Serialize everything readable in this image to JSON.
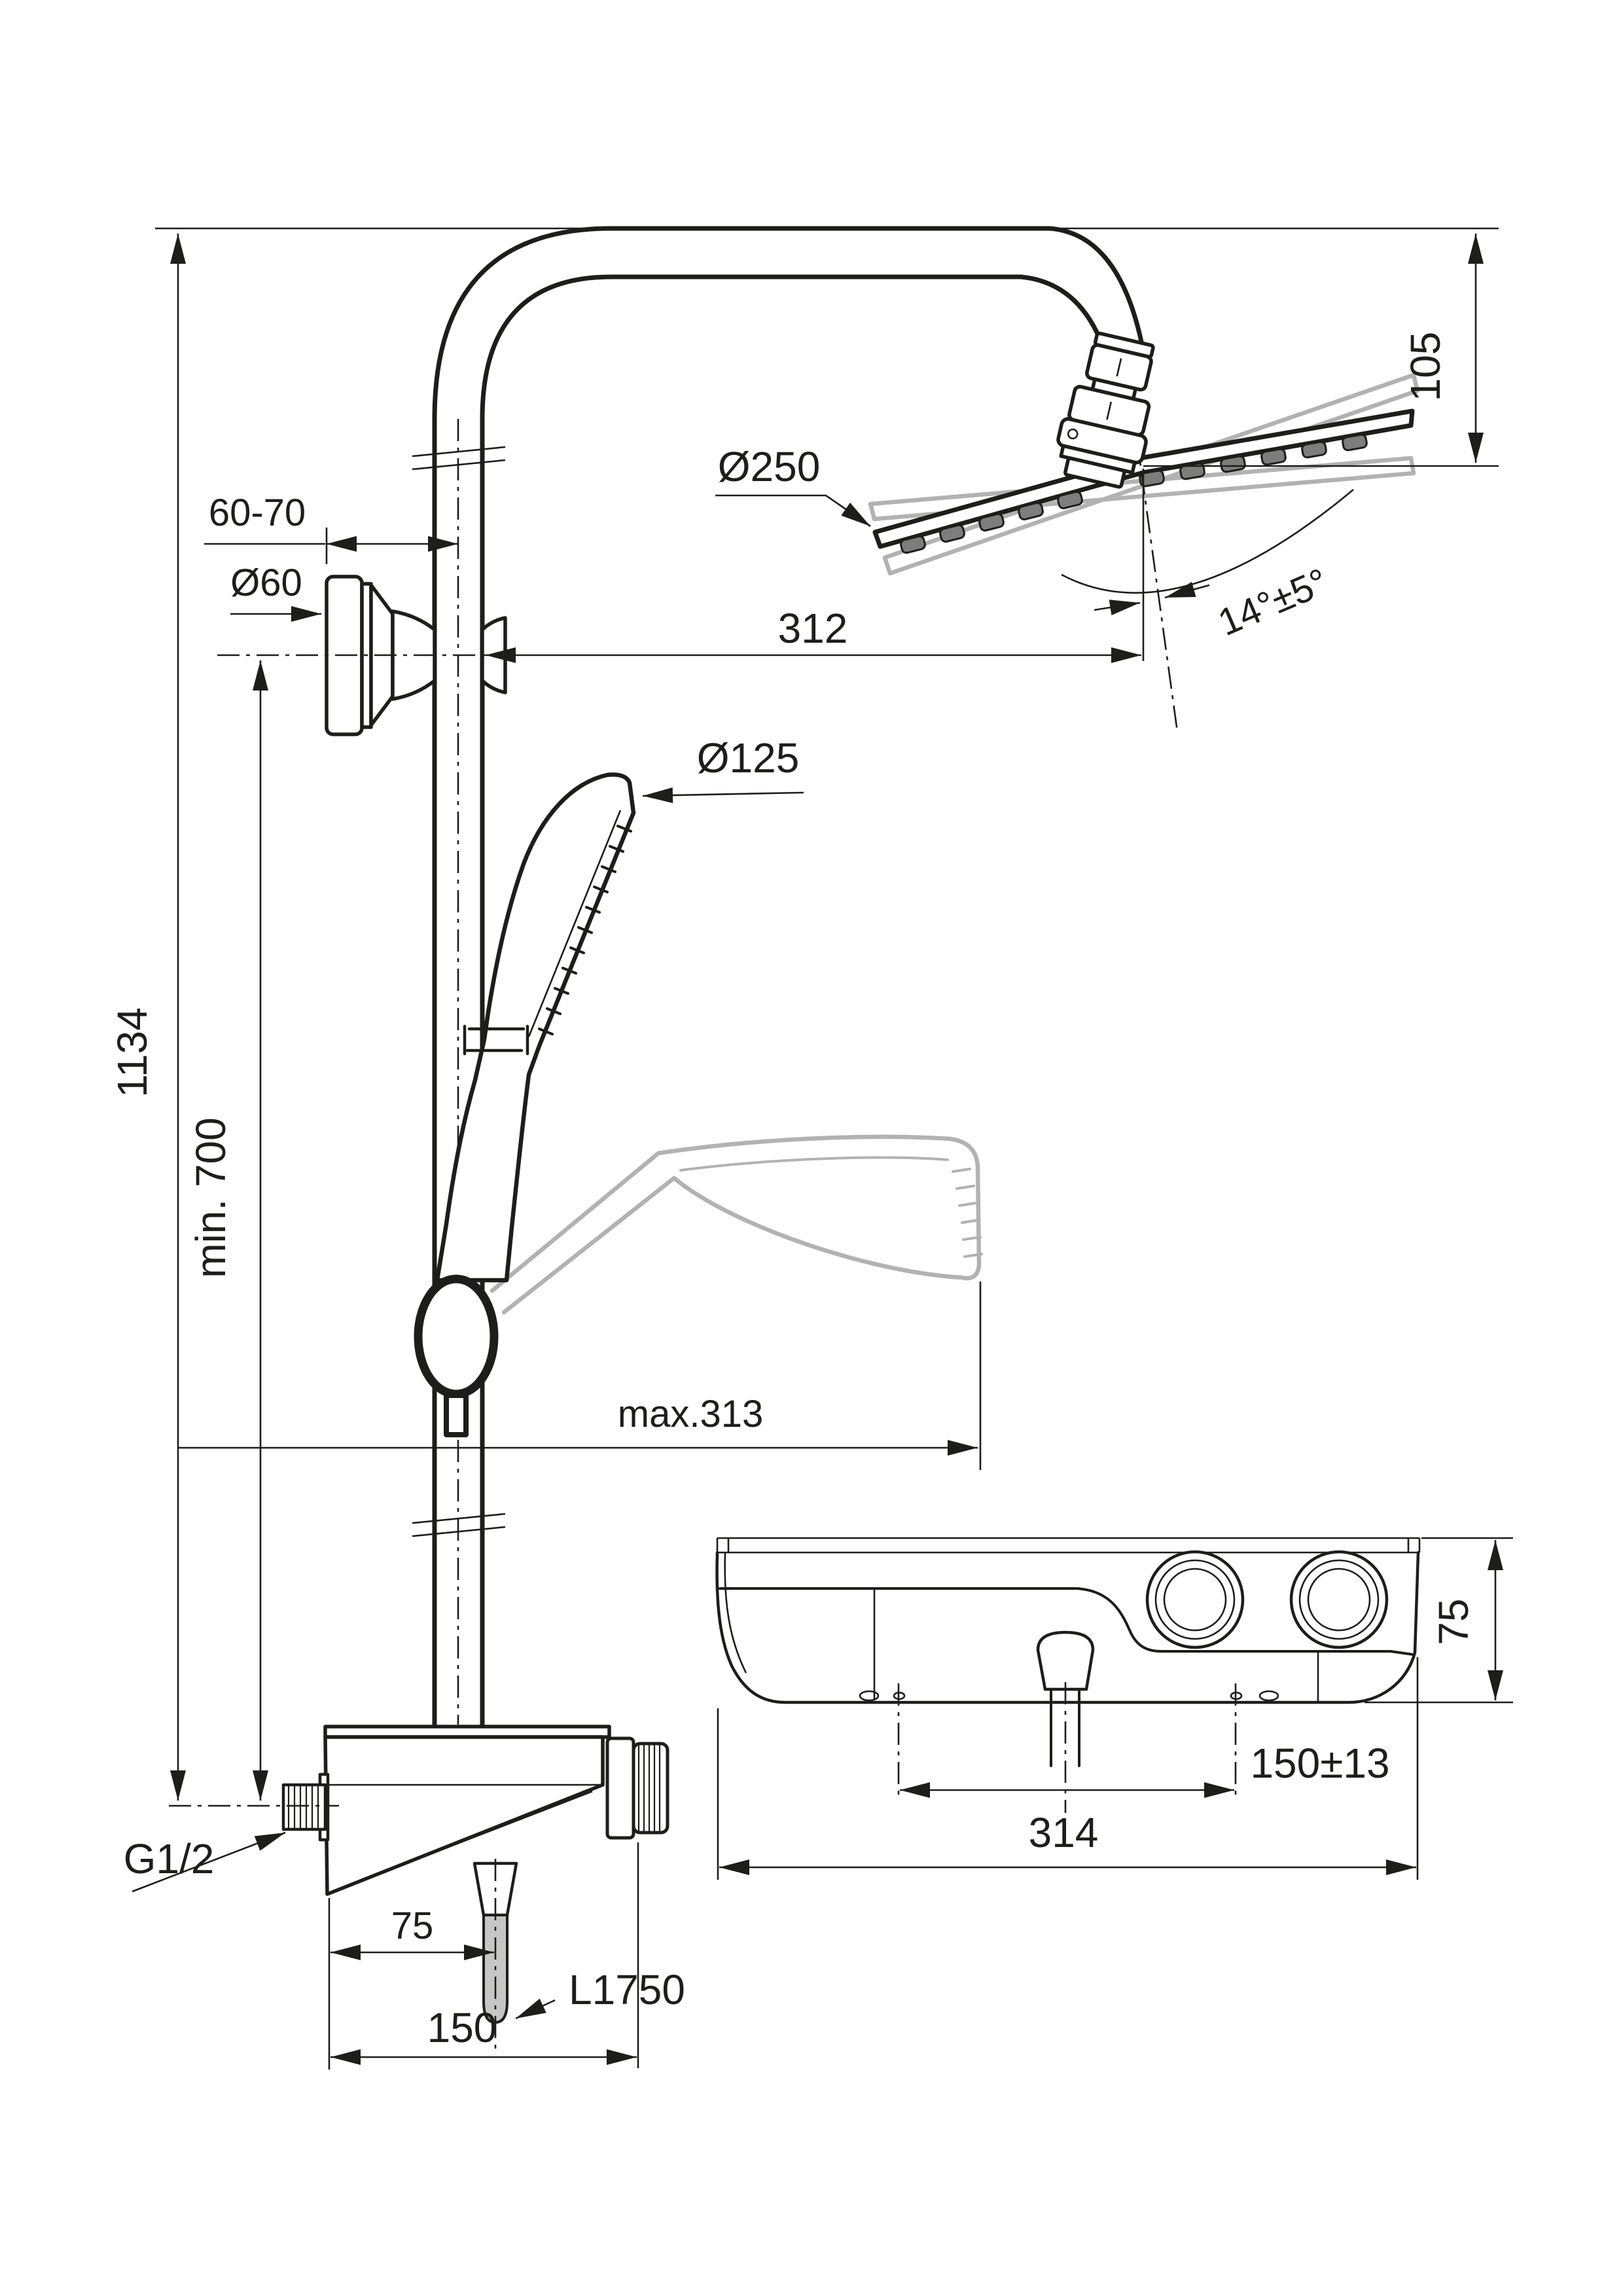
{
  "title": "Shower system installation dimension drawing",
  "units": "mm",
  "colors": {
    "line": "#1d1d1b",
    "ghost": "#b2b2b2",
    "hose_fill": "#c6c6c6",
    "nozzle_fill": "#7d7d7d",
    "paper": "#ffffff"
  },
  "dims": {
    "height": "1134",
    "min_height": "min. 700",
    "wall_offset": "60-70",
    "bracket_dia": "Ø60",
    "head_dia": "Ø250",
    "head_proj": "312",
    "head_drop": "105",
    "head_angle": "14°±5°",
    "hand_dia": "Ø125",
    "max_reach": "max.313",
    "hose_x": "75",
    "hose_len": "L1750",
    "outlet_w": "150",
    "thread": "G1/2",
    "inlet_span": "150±13",
    "body_w": "314",
    "body_d": "75"
  }
}
